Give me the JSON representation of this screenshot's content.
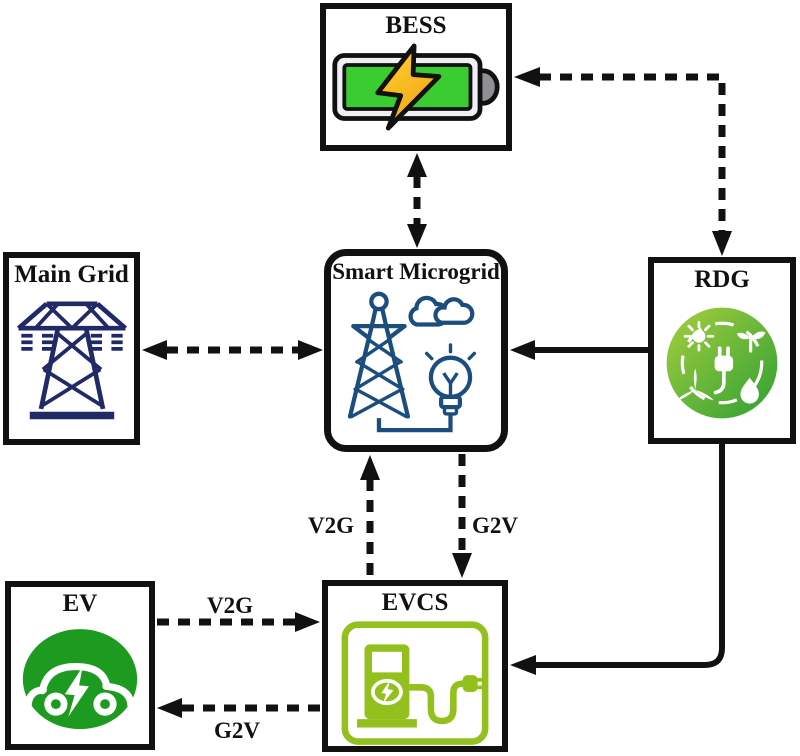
{
  "nodes": {
    "bess": {
      "label": "BESS"
    },
    "main_grid": {
      "label": "Main Grid"
    },
    "smart_microgrid": {
      "label": "Smart Microgrid"
    },
    "rdg": {
      "label": "RDG"
    },
    "ev": {
      "label": "EV"
    },
    "evcs": {
      "label": "EVCS"
    }
  },
  "edge_labels": {
    "v2g_microgrid_evcs": "V2G",
    "g2v_microgrid_evcs": "G2V",
    "v2g_ev_evcs": "V2G",
    "g2v_evcs_ev": "G2V"
  },
  "connections": [
    {
      "from": "BESS",
      "to": "Smart Microgrid",
      "style": "dashed",
      "direction": "bidirectional"
    },
    {
      "from": "RDG",
      "to": "BESS",
      "style": "dashed",
      "direction": "bidirectional",
      "route": "elbow-top-right"
    },
    {
      "from": "Main Grid",
      "to": "Smart Microgrid",
      "style": "dashed",
      "direction": "bidirectional"
    },
    {
      "from": "RDG",
      "to": "Smart Microgrid",
      "style": "solid",
      "direction": "one-way"
    },
    {
      "from": "EVCS",
      "to": "Smart Microgrid",
      "style": "dashed",
      "direction": "one-way",
      "label": "V2G"
    },
    {
      "from": "Smart Microgrid",
      "to": "EVCS",
      "style": "dashed",
      "direction": "one-way",
      "label": "G2V"
    },
    {
      "from": "EV",
      "to": "EVCS",
      "style": "dashed",
      "direction": "one-way",
      "label": "V2G"
    },
    {
      "from": "EVCS",
      "to": "EV",
      "style": "dashed",
      "direction": "one-way",
      "label": "G2V"
    },
    {
      "from": "RDG",
      "to": "EVCS",
      "style": "solid",
      "direction": "one-way",
      "route": "elbow-bottom-right"
    }
  ],
  "colors": {
    "line_black": "#111111",
    "battery_green": "#3ACC31",
    "battery_case": "#EFEFF4",
    "battery_terminal": "#8F8F96",
    "bolt_yellow": "#FFD429",
    "bolt_orange": "#F2A51C",
    "main_grid_navy": "#1F2A66",
    "microgrid_blue": "#1B4E7E",
    "rdg_green_light": "#A6CF3F",
    "rdg_green_dark": "#2E9F33",
    "ev_green": "#1D9B21",
    "evcs_lime": "#93C01D"
  }
}
